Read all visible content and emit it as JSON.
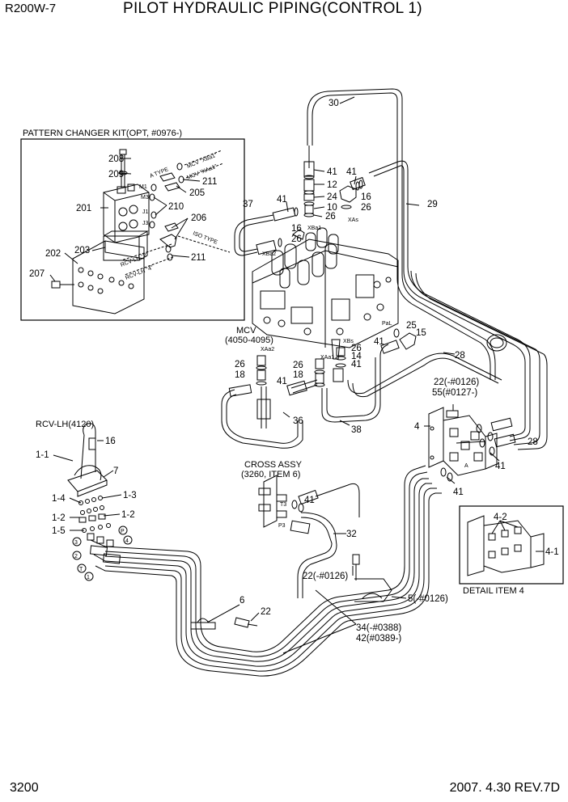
{
  "header": {
    "model": "R200W-7",
    "title": "PILOT HYDRAULIC PIPING(CONTROL 1)"
  },
  "footer": {
    "page": "3200",
    "date_rev": "2007. 4.30  REV.7D"
  },
  "captions": {
    "kit": "PATTERN CHANGER KIT(OPT, #0976-)",
    "mcv_1": "MCV",
    "mcv_2": "(4050-4095)",
    "rcv": "RCV-LH(4120)",
    "cross_1": "CROSS ASSY",
    "cross_2": "(3260, ITEM 6)",
    "detail": "DETAIL ITEM 4",
    "a_type": "A TYPE",
    "iso_type": "ISO TYPE",
    "mcv_xba1": "MCV \"XBa1\"",
    "mcv_xaa1": "MCV \"XAa1\"",
    "rcv_lh_2": "RCV-LH \"2\"",
    "rcv_lh_4": "RCV-LH \"4\""
  },
  "port_labels": {
    "m1": "M1",
    "m3": "M3",
    "j1": "J1",
    "j3": "J3",
    "xba1": "XBa1",
    "xba2": "XBa2",
    "xas": "XAs",
    "xaa2": "XAa2",
    "xaa1": "XAa1",
    "xbs": "XBs",
    "pal": "PaL",
    "t3": "T3",
    "p3": "P3",
    "a": "A",
    "c3": "3",
    "c2": "2",
    "cT": "T",
    "c1": "1",
    "cP": "P",
    "c4": "4"
  },
  "parts": {
    "p208": "208",
    "p209": "209",
    "p211a": "211",
    "p205": "205",
    "p201": "201",
    "p210": "210",
    "p206": "206",
    "p202": "202",
    "p203": "203",
    "p211b": "211",
    "p207": "207",
    "p30": "30",
    "p41a": "41",
    "p41b": "41",
    "p12": "12",
    "p24": "24",
    "p16a": "16",
    "p10": "10",
    "p26a": "26",
    "p29": "29",
    "p37": "37",
    "p41c": "41",
    "p26b": "26",
    "p16b": "16",
    "p26c": "26",
    "p25": "25",
    "p15": "15",
    "p41d": "41",
    "p28a": "28",
    "p26d": "26",
    "p18a": "18",
    "p26e": "26",
    "p14": "14",
    "p41e": "41",
    "p41f": "41",
    "p18b": "18",
    "p36": "36",
    "p38": "38",
    "p22a": "22(-#0126)",
    "p55": "55(#0127-)",
    "p4": "4",
    "p28b": "28",
    "p41g": "41",
    "p41h": "41",
    "p16c": "16",
    "p1_1": "1-1",
    "p7": "7",
    "p1_4": "1-4",
    "p1_3": "1-3",
    "p1_2a": "1-2",
    "p1_2b": "1-2",
    "p1_5": "1-5",
    "p41i": "41",
    "p32": "32",
    "p22b": "22(-#0126)",
    "p5": "5(-#0126)",
    "p6": "6",
    "p22c": "22",
    "p34": "34(-#0388)",
    "p42": "42(#0389-)",
    "p4_2": "4-2",
    "p4_1": "4-1"
  }
}
